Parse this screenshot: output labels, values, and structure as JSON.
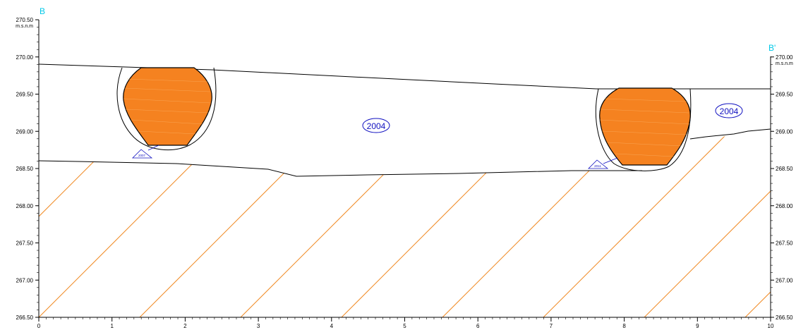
{
  "profile": {
    "start_label": "B",
    "end_label": "B'",
    "unit": "m.s.n.m",
    "label_color": "#00c8e8",
    "elev_ticks": [
      "270.50",
      "270.00",
      "269.50",
      "269.00",
      "268.50",
      "268.00",
      "267.50",
      "267.00",
      "266.50"
    ],
    "right_ticks": [
      "270.00",
      "269.50",
      "269.00",
      "268.50",
      "268.00",
      "267.50",
      "267.00",
      "266.50"
    ],
    "dist_ticks": [
      "0",
      "1",
      "2",
      "3",
      "4",
      "5",
      "6",
      "7",
      "8",
      "9",
      "10"
    ],
    "dist_range": [
      0,
      10
    ],
    "elev_range": [
      266.5,
      270.5
    ]
  },
  "units": {
    "fill_label": "2004",
    "jar1_label": "2007",
    "jar2_label": "2011",
    "fill_label_color": "#1010c0",
    "jar_color": "#f58220",
    "hatch_color": "#f08a24"
  },
  "chart_data": {
    "type": "cross-section",
    "x_range": [
      0,
      10
    ],
    "y_range": [
      266.5,
      270.5
    ],
    "surface_top": [
      [
        0,
        269.9
      ],
      [
        9.1,
        269.58
      ],
      [
        10,
        269.58
      ]
    ],
    "base_of_fill": [
      [
        0,
        268.6
      ],
      [
        0.6,
        268.6
      ],
      [
        3.5,
        268.39
      ],
      [
        5,
        268.38
      ],
      [
        7.3,
        268.47
      ],
      [
        8.5,
        268.47
      ],
      [
        9.0,
        268.88
      ],
      [
        10,
        269.03
      ]
    ],
    "jar_2007": {
      "rim": 269.87,
      "base": 268.8,
      "x_center": 1.7
    },
    "jar_2011": {
      "rim": 269.6,
      "base": 268.53,
      "x_center": 8.3
    }
  }
}
